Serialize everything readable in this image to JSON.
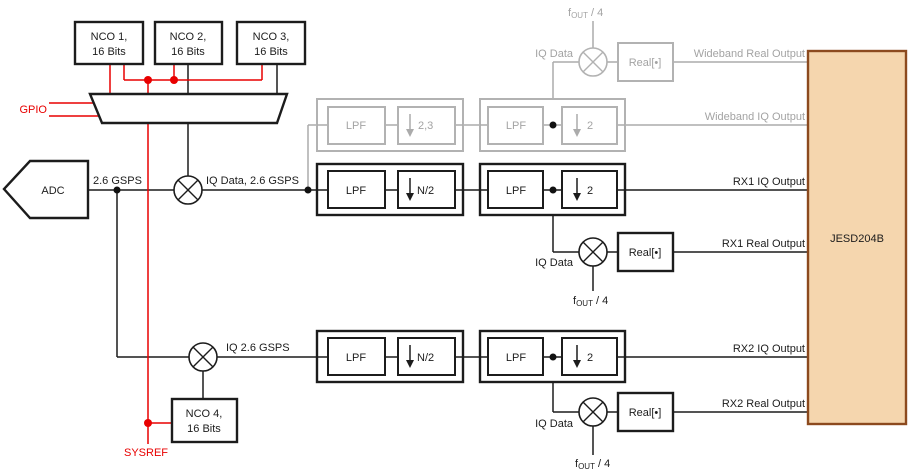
{
  "blocks": {
    "nco1": {
      "line1": "NCO 1,",
      "line2": "16 Bits"
    },
    "nco2": {
      "line1": "NCO 2,",
      "line2": "16 Bits"
    },
    "nco3": {
      "line1": "NCO 3,",
      "line2": "16 Bits"
    },
    "nco4": {
      "line1": "NCO 4,",
      "line2": "16 Bits"
    },
    "adc": "ADC",
    "lpf": "LPF",
    "dec_wideband": "2,3",
    "dec_half_band": "2",
    "dec_programmable": "N/2",
    "real_part": "Real[•]",
    "jesd": "JESD204B"
  },
  "wires": {
    "gpio": "GPIO",
    "sysref": "SYSREF",
    "adc_rate": "2.6 GSPS",
    "mixer1_out": "IQ Data, 2.6 GSPS",
    "mixer2_out": "IQ 2.6 GSPS",
    "iq_data": "IQ Data",
    "fout_base": "f",
    "fout_sub": "OUT",
    "fout_tail": " / 4"
  },
  "outputs": {
    "wideband_real": "Wideband Real Output",
    "wideband_iq": "Wideband IQ Output",
    "rx1_iq": "RX1 IQ Output",
    "rx1_real": "RX1 Real Output",
    "rx2_iq": "RX2 IQ Output",
    "rx2_real": "RX2 Real Output"
  },
  "colors": {
    "active_path": "#1c1c1c",
    "inactive_path": "#ababab",
    "control_red": "#e80000",
    "jesd_fill": "#f5d6ae",
    "jesd_border": "#8c4a1e"
  }
}
